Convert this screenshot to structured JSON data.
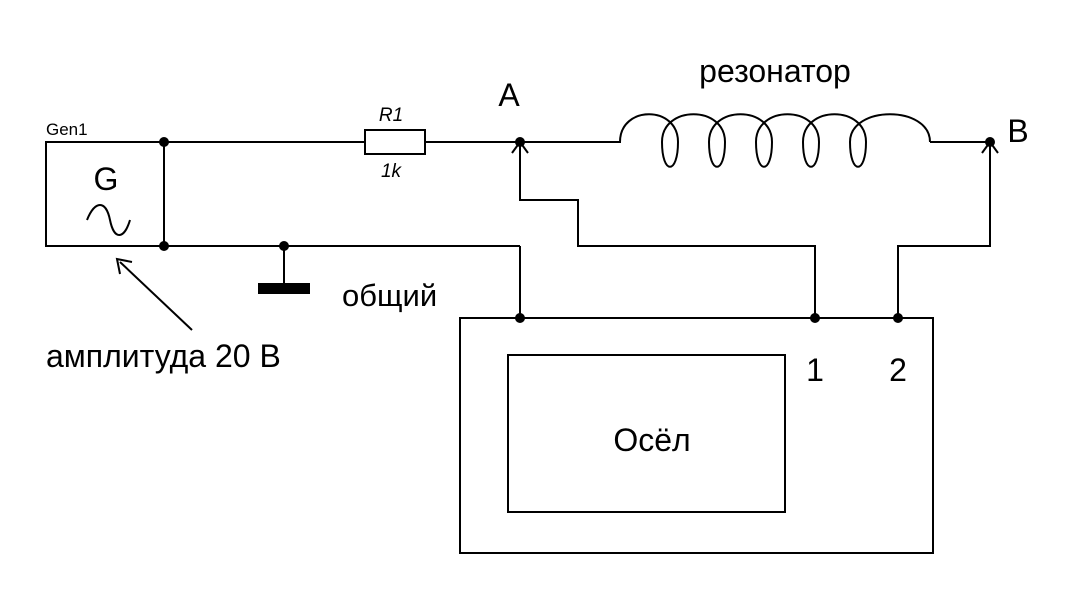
{
  "generator": {
    "ref": "Gen1",
    "symbol": "G",
    "amplitude_note": "амплитуда 20 В"
  },
  "resistor": {
    "ref": "R1",
    "value": "1k"
  },
  "resonator": {
    "label": "резонатор"
  },
  "nodes": {
    "a": "A",
    "b": "B"
  },
  "ground": {
    "label": "общий"
  },
  "oscilloscope": {
    "label": "Осёл",
    "channel1": "1",
    "channel2": "2"
  }
}
